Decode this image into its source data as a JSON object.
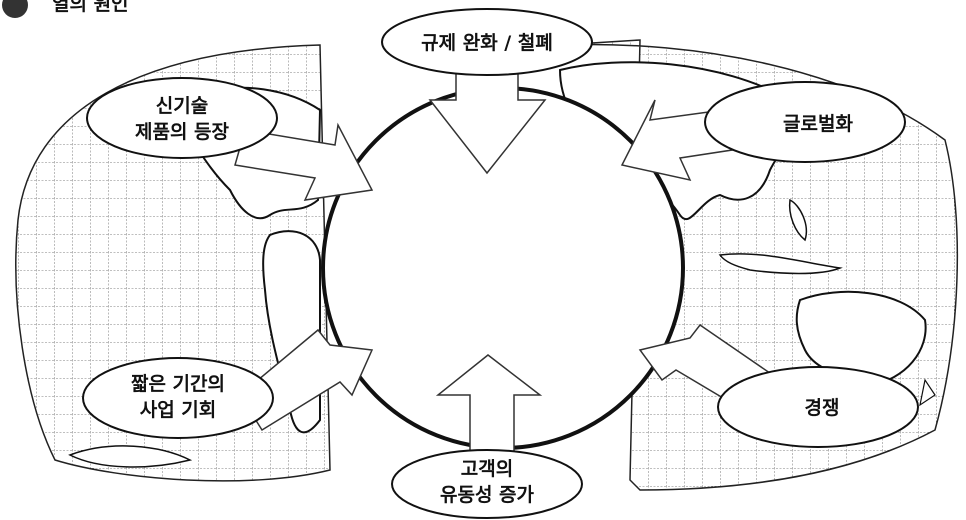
{
  "header": {
    "title": "열의 원인"
  },
  "diagram": {
    "center_circle": "",
    "drivers": {
      "top": "규제 완화 / 철폐",
      "top_left": [
        "신기술",
        "제품의 등장"
      ],
      "top_right": "글로벌화",
      "bottom_left": [
        "짧은 기간의",
        "사업 기회"
      ],
      "bottom_right": "경쟁",
      "bottom": [
        "고객의",
        "유동성 증가"
      ]
    }
  }
}
